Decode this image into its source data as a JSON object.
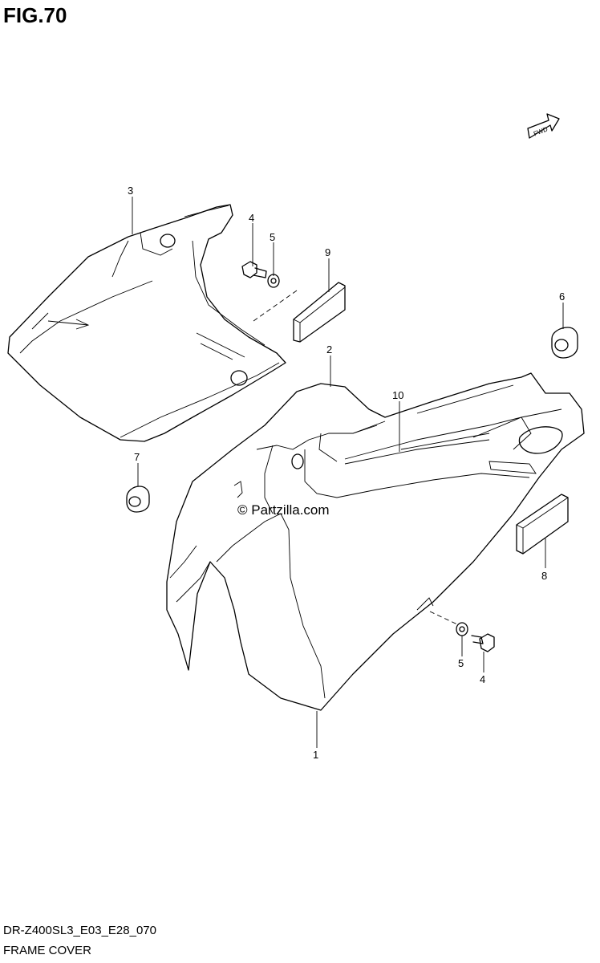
{
  "figure": {
    "title": "FIG.70",
    "model_code": "DR-Z400SL3_E03_E28_070",
    "section_name": "FRAME COVER",
    "watermark": "© Partzilla.com",
    "direction_badge": "FWD"
  },
  "callouts": [
    {
      "id": "c1",
      "label": "1"
    },
    {
      "id": "c2",
      "label": "2"
    },
    {
      "id": "c3",
      "label": "3"
    },
    {
      "id": "c4a",
      "label": "4"
    },
    {
      "id": "c4b",
      "label": "4"
    },
    {
      "id": "c5a",
      "label": "5"
    },
    {
      "id": "c5b",
      "label": "5"
    },
    {
      "id": "c6",
      "label": "6"
    },
    {
      "id": "c7",
      "label": "7"
    },
    {
      "id": "c8",
      "label": "8"
    },
    {
      "id": "c9",
      "label": "9"
    },
    {
      "id": "c10",
      "label": "10"
    }
  ],
  "colors": {
    "ink": "#000000",
    "paper": "#ffffff"
  },
  "icons": [
    "fwd-arrow-icon"
  ]
}
